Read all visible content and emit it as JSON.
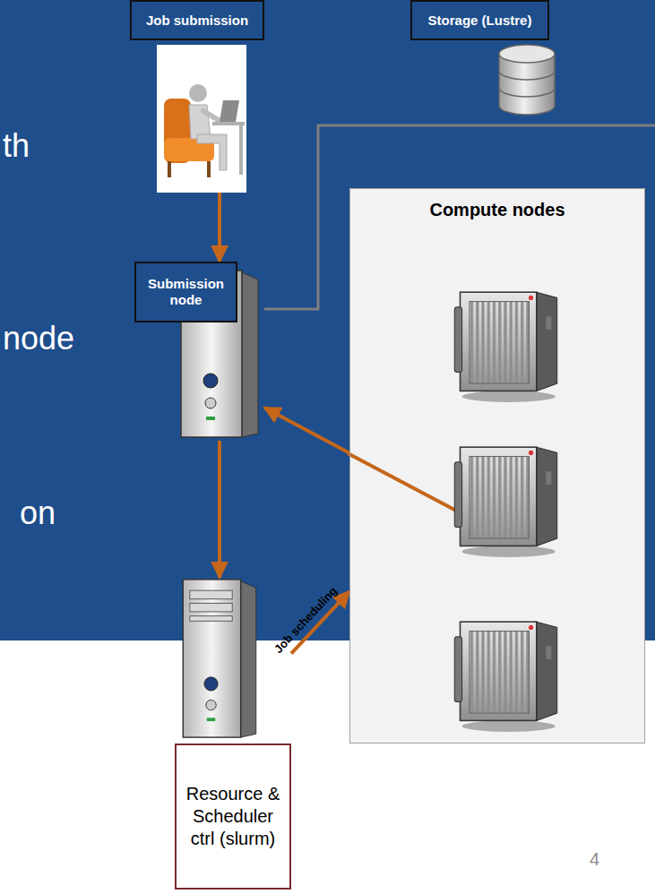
{
  "diagram": {
    "nodes": [
      {
        "text": [
          "Job submission"
        ]
      },
      {
        "text": [
          "Storage (Lustre)"
        ]
      },
      {
        "text": [
          "Compute nodes"
        ]
      },
      {
        "text": [
          "Submission node"
        ]
      },
      {
        "text": [
          "Resource & Scheduler ctrl (slurm)"
        ]
      }
    ],
    "edges": [
      {
        "from": 0,
        "to": 3,
        "arrow": "to"
      },
      {
        "from": 3,
        "to": 4,
        "arrow": "to"
      },
      {
        "from": 4,
        "to": 2,
        "label": "Job scheduling",
        "arrow": "to"
      },
      {
        "from": 2,
        "to": 3,
        "arrow": "to"
      },
      {
        "from": 1,
        "to": 3,
        "arrow": "none"
      }
    ],
    "labels": [
      "th",
      "node",
      "on",
      "4"
    ]
  }
}
